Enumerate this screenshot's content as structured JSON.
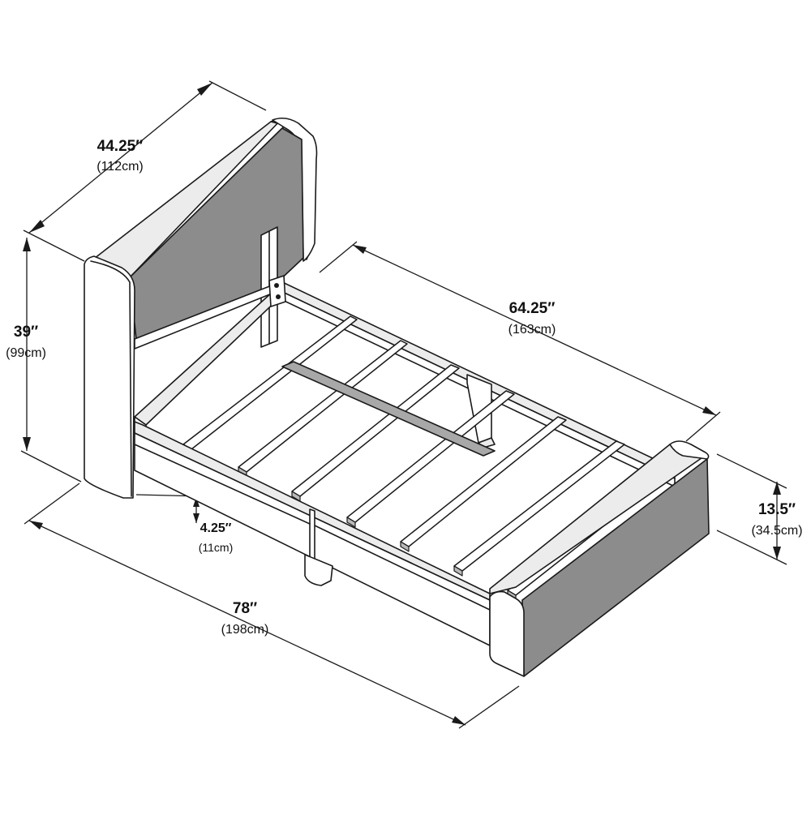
{
  "dimensions": {
    "headboard_width": {
      "imperial": "44.25″",
      "metric": "(112cm)"
    },
    "headboard_height": {
      "imperial": "39″",
      "metric": "(99cm)"
    },
    "frame_length": {
      "imperial": "64.25″",
      "metric": "(163cm)"
    },
    "footboard_height": {
      "imperial": "13.5″",
      "metric": "(34.5cm)"
    },
    "clearance": {
      "imperial": "4.25″",
      "metric": "(11cm)"
    },
    "overall_length": {
      "imperial": "78″",
      "metric": "(198cm)"
    }
  }
}
